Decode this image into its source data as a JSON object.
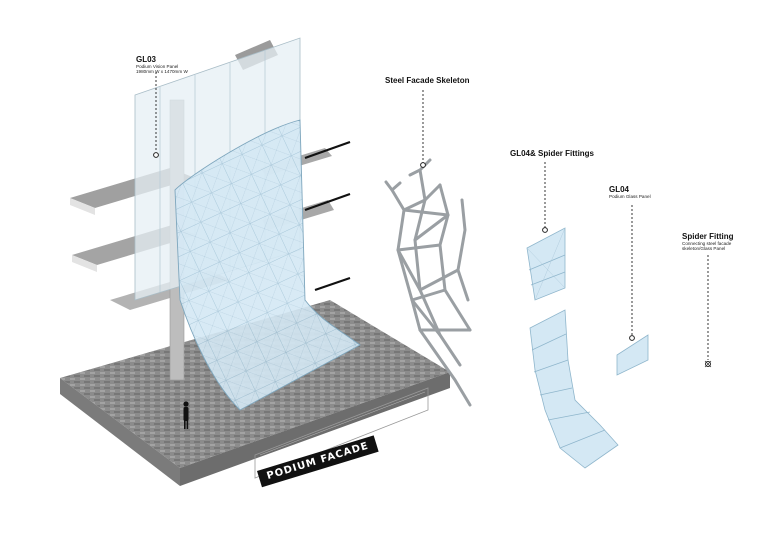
{
  "labels": {
    "gl03": {
      "title": "GL03",
      "line1": "Podium Vision Panel",
      "line2": "1980mm W x 1470mm W"
    },
    "skeleton": {
      "title": "Steel Facade Skeleton"
    },
    "gl04_spider": {
      "title": "GL04& Spider Fittings"
    },
    "gl04": {
      "title": "GL04",
      "line1": "Podium Glass Panel"
    },
    "spider": {
      "title": "Spider Fitting",
      "line1": "Connecting steel facade",
      "line2": "skeleton/Glass Panel"
    },
    "podium": "PODIUM FACADE"
  },
  "colors": {
    "glass": "#cfe6f3",
    "glass_line": "#8fb6cc",
    "steel": "#9a9fa3",
    "slab": "#a9a9a9",
    "ground": "#8e8e8e",
    "leader": "#222222"
  }
}
